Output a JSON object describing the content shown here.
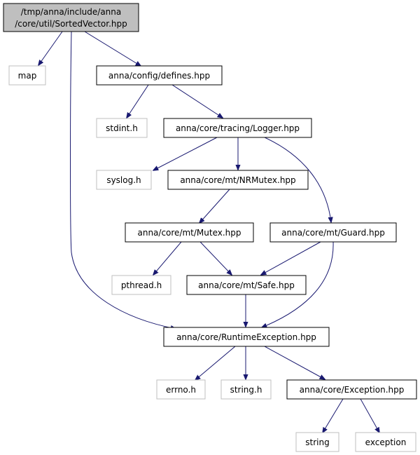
{
  "colors": {
    "root_fill": "#bfbfbf",
    "root_stroke": "#000000",
    "project_fill": "#ffffff",
    "project_stroke": "#000000",
    "system_fill": "#ffffff",
    "system_stroke": "#bfbfbf",
    "edge": "#191970"
  },
  "nodes": {
    "sorted_vector": {
      "label_line1": "/tmp/anna/include/anna",
      "label_line2": "/core/util/SortedVector.hpp"
    },
    "map": {
      "label": "map"
    },
    "defines": {
      "label": "anna/config/defines.hpp"
    },
    "stdint": {
      "label": "stdint.h"
    },
    "logger": {
      "label": "anna/core/tracing/Logger.hpp"
    },
    "syslog": {
      "label": "syslog.h"
    },
    "nrmutex": {
      "label": "anna/core/mt/NRMutex.hpp"
    },
    "mutex": {
      "label": "anna/core/mt/Mutex.hpp"
    },
    "guard": {
      "label": "anna/core/mt/Guard.hpp"
    },
    "pthread": {
      "label": "pthread.h"
    },
    "safe": {
      "label": "anna/core/mt/Safe.hpp"
    },
    "runtime_exception": {
      "label": "anna/core/RuntimeException.hpp"
    },
    "errno": {
      "label": "errno.h"
    },
    "string_h": {
      "label": "string.h"
    },
    "exception_hpp": {
      "label": "anna/core/Exception.hpp"
    },
    "string": {
      "label": "string"
    },
    "exception": {
      "label": "exception"
    }
  }
}
